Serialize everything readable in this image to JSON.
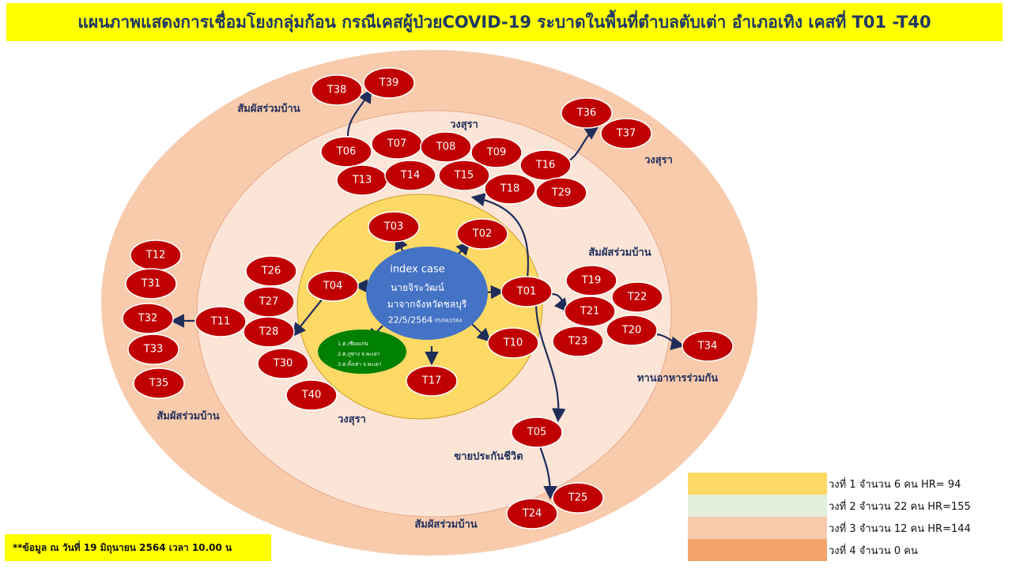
{
  "title": "แผนภาพแสดงการเชื่อมโยงกลุ่มก้อน กรณีเคสผู้ป่วยCOVID-19 ระบาดในพื้นที่ตำบลตับเต่า  อำเภอเทิง เคสที่ T01 -T40",
  "colors": {
    "title_bg": "#ffff00",
    "ring_outer": "#f8cbad",
    "ring_middle": "#fce4d6",
    "ring_inner": "#ffd966",
    "node": "#c00000",
    "index_case": "#4472c4",
    "green_node": "#008000",
    "arrow": "#1f2d5a"
  },
  "index_case": {
    "label": "index case",
    "lines": [
      "นายจิระวัฒน์",
      "มาจากจังหวัดชลบุรี",
      "22/5/2564"
    ],
    "small_note": "05/04/2564"
  },
  "green_node": {
    "lines": [
      "1.ต.เชียงแก่น",
      "2.ต.ภูซาง จ.พะเยา",
      "3.ต.ทั้งเท่า จ.พะเยา"
    ]
  },
  "nodes": [
    {
      "id": "T01"
    },
    {
      "id": "T02"
    },
    {
      "id": "T03"
    },
    {
      "id": "T04"
    },
    {
      "id": "T05"
    },
    {
      "id": "T06"
    },
    {
      "id": "T07"
    },
    {
      "id": "T08"
    },
    {
      "id": "T09"
    },
    {
      "id": "T10"
    },
    {
      "id": "T11"
    },
    {
      "id": "T12"
    },
    {
      "id": "T13"
    },
    {
      "id": "T14"
    },
    {
      "id": "T15"
    },
    {
      "id": "T16"
    },
    {
      "id": "T17"
    },
    {
      "id": "T18"
    },
    {
      "id": "T19"
    },
    {
      "id": "T20"
    },
    {
      "id": "T21"
    },
    {
      "id": "T22"
    },
    {
      "id": "T23"
    },
    {
      "id": "T24"
    },
    {
      "id": "T25"
    },
    {
      "id": "T26"
    },
    {
      "id": "T27"
    },
    {
      "id": "T28"
    },
    {
      "id": "T29"
    },
    {
      "id": "T30"
    },
    {
      "id": "T31"
    },
    {
      "id": "T32"
    },
    {
      "id": "T33"
    },
    {
      "id": "T34"
    },
    {
      "id": "T35"
    },
    {
      "id": "T36"
    },
    {
      "id": "T37"
    },
    {
      "id": "T38"
    },
    {
      "id": "T39"
    },
    {
      "id": "T40"
    }
  ],
  "group_labels": {
    "household_top": "สัมผัสร่วมบ้าน",
    "wongsura_top": "วงสุรา",
    "wongsura_right": "วงสุรา",
    "household_right": "สัมผัสร่วมบ้าน",
    "shared_meal": "ทานอาหารร่วมกัน",
    "household_left": "สัมผัสร่วมบ้าน",
    "wongsura_bottom": "วงสุรา",
    "insurance": "ขายประกันชีวิต",
    "household_bottom": "สัมผัสร่วมบ้าน"
  },
  "legend": [
    {
      "text": "วงที่ 1 จำนวน 6 คน  HR= 94",
      "color": "#ffd966"
    },
    {
      "text": "วงที่ 2 จำนวน 22 คน HR=155",
      "color": "#e2efda"
    },
    {
      "text": "วงที่ 3 จำนวน 12 คน HR=144",
      "color": "#f8cbad"
    },
    {
      "text": "วงที่ 4 จำนวน  0 คน",
      "color": "#f4a36b"
    }
  ],
  "footnote": "**ข้อมูล ณ วันที่ 19 มิถุนายน 2564 เวลา 10.00 น"
}
